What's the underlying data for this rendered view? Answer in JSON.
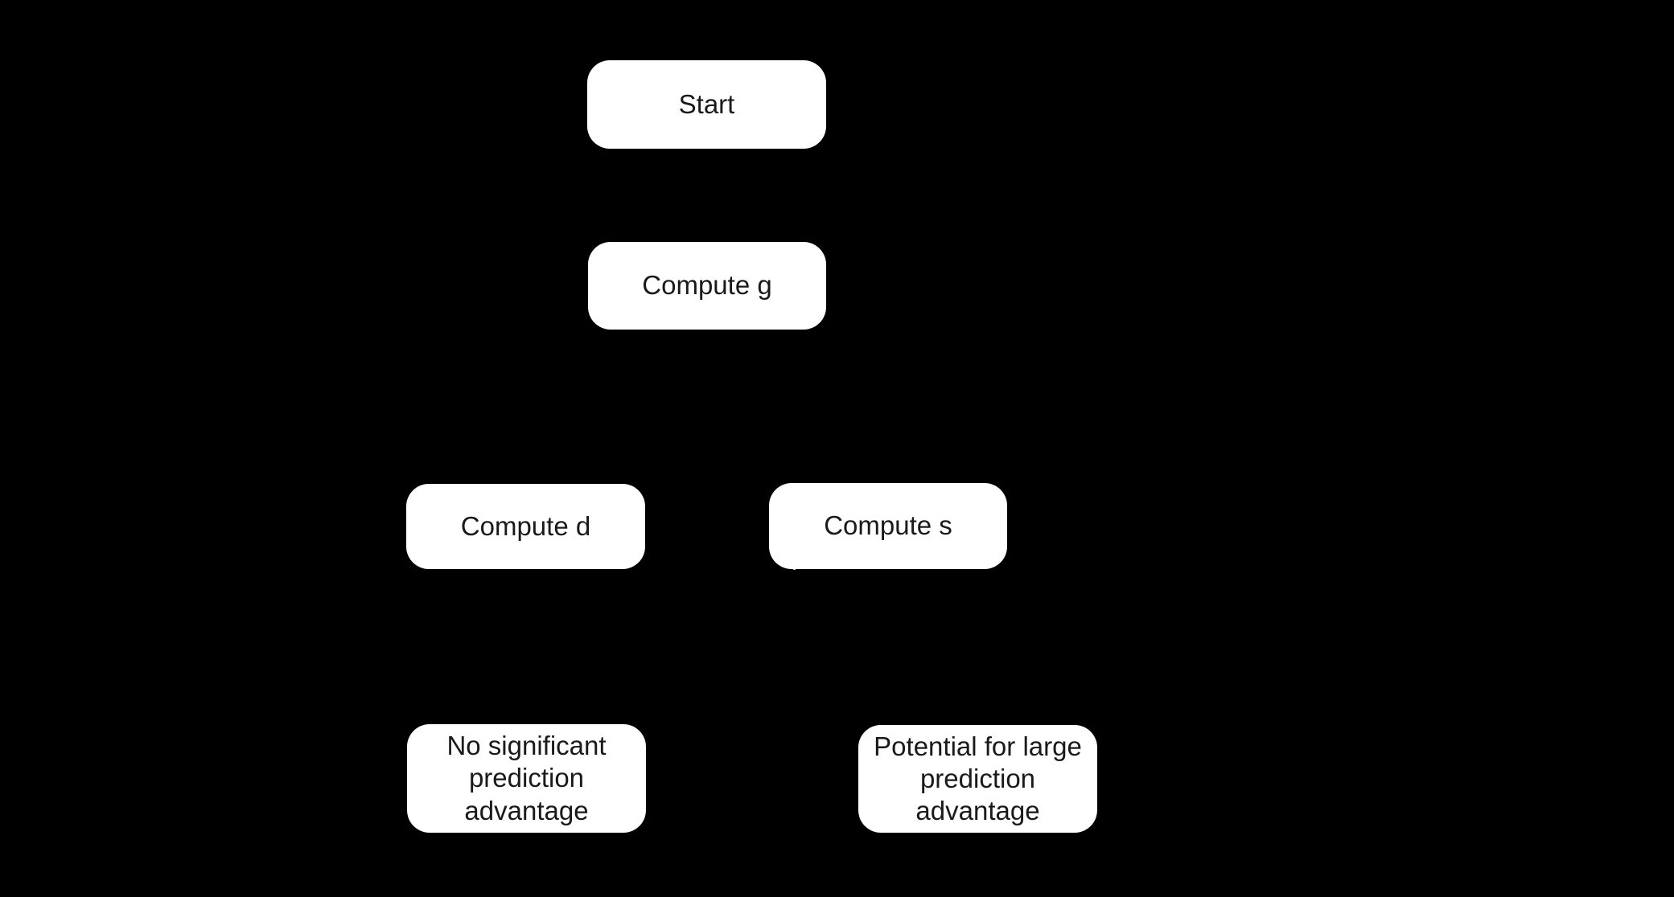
{
  "canvas": {
    "background_color": "#000000",
    "node_fill_color": "#ffffff",
    "node_text_color": "#1a1a1a"
  },
  "flowchart": {
    "type": "flowchart",
    "nodes": {
      "start": {
        "label": "Start"
      },
      "compute_g": {
        "label": "Compute g"
      },
      "compute_d": {
        "label": "Compute d"
      },
      "compute_s": {
        "label": "Compute s"
      },
      "no_advantage": {
        "label": "No significant\nprediction\nadvantage"
      },
      "large_advantage": {
        "label": "Potential for large\nprediction\nadvantage"
      }
    }
  }
}
